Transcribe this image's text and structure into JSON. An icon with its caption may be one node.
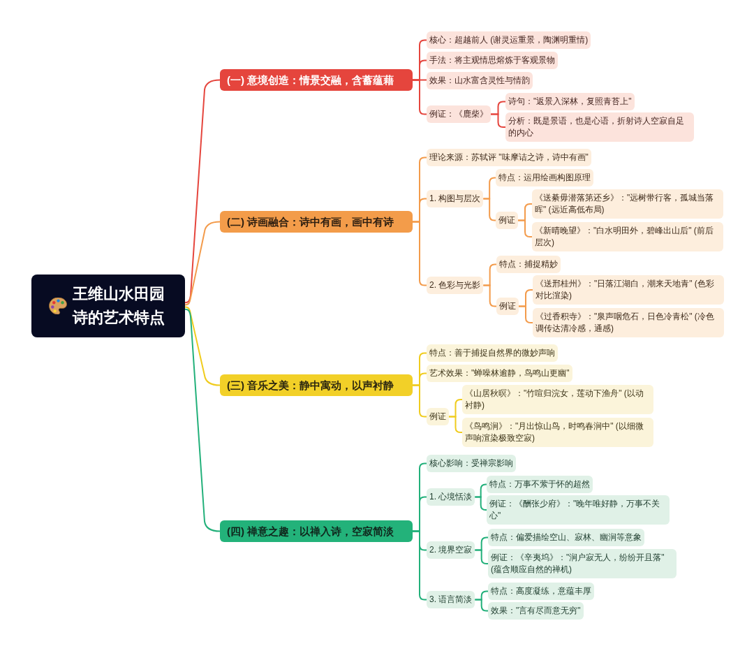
{
  "diagram": {
    "nodes": [
      {
        "text": [
          "王维山水田园诗的艺术特点"
        ]
      },
      {
        "text": [
          "(一) 意境创造：情景交融，含蓄蕴藉"
        ]
      },
      {
        "text": [
          "核心：超越前人 (谢灵运重景，陶渊明重情)"
        ]
      },
      {
        "text": [
          "手法：将主观情思熔炼于客观景物"
        ]
      },
      {
        "text": [
          "效果：山水富含灵性与情韵"
        ]
      },
      {
        "text": [
          "例证：《鹿柴》"
        ]
      },
      {
        "text": [
          "诗句：\"返景入深林，复照青苔上\""
        ]
      },
      {
        "text": [
          "分析：既是景语，也是心语，折射诗人空寂自足的内心"
        ]
      },
      {
        "text": [
          "(二) 诗画融合：诗中有画，画中有诗"
        ]
      },
      {
        "text": [
          "理论来源：苏轼评 \"味摩诘之诗，诗中有画\""
        ]
      },
      {
        "text": [
          "1. 构图与层次"
        ]
      },
      {
        "text": [
          "特点：运用绘画构图原理"
        ]
      },
      {
        "text": [
          "例证"
        ]
      },
      {
        "text": [
          "《送綦毋潜落第还乡》：\"远树带行客，孤城当落晖\" (远近高低布局)"
        ]
      },
      {
        "text": [
          "《新晴晚望》：\"白水明田外，碧峰出山后\" (前后层次)"
        ]
      },
      {
        "text": [
          "2. 色彩与光影"
        ]
      },
      {
        "text": [
          "特点：捕捉精妙"
        ]
      },
      {
        "text": [
          "例证"
        ]
      },
      {
        "text": [
          "《送邢桂州》：\"日落江湖白，潮来天地青\" (色彩对比渲染)"
        ]
      },
      {
        "text": [
          "《过香积寺》：\"泉声咽危石，日色冷青松\" (冷色调传达清冷感，通感)"
        ]
      },
      {
        "text": [
          "(三) 音乐之美：静中寓动，以声衬静"
        ]
      },
      {
        "text": [
          "特点：善于捕捉自然界的微妙声响"
        ]
      },
      {
        "text": [
          "艺术效果：\"蝉噪林逾静，鸟鸣山更幽\""
        ]
      },
      {
        "text": [
          "例证"
        ]
      },
      {
        "text": [
          "《山居秋暝》：\"竹喧归浣女，莲动下渔舟\" (以动衬静)"
        ]
      },
      {
        "text": [
          "《鸟鸣涧》：\"月出惊山鸟，时鸣春涧中\" (以细微声响渲染极致空寂)"
        ]
      },
      {
        "text": [
          "(四) 禅意之趣：以禅入诗，空寂简淡"
        ]
      },
      {
        "text": [
          "核心影响：受禅宗影响"
        ]
      },
      {
        "text": [
          "1. 心境恬淡"
        ]
      },
      {
        "text": [
          "特点：万事不萦于怀的超然"
        ]
      },
      {
        "text": [
          "例证：《酬张少府》：\"晚年唯好静，万事不关心\""
        ]
      },
      {
        "text": [
          "2. 境界空寂"
        ]
      },
      {
        "text": [
          "特点：偏爱描绘空山、寂林、幽涧等意象"
        ]
      },
      {
        "text": [
          "例证：《辛夷坞》：\"涧户寂无人，纷纷开且落\" (蕴含顺应自然的禅机)"
        ]
      },
      {
        "text": [
          "3. 语言简淡"
        ]
      },
      {
        "text": [
          "特点：高度凝练，意蕴丰厚"
        ]
      },
      {
        "text": [
          "效果：\"言有尽而意无穷\""
        ]
      }
    ],
    "edges": [
      {
        "from": 0,
        "to": 1,
        "arrow": "none",
        "color": "#e5453d"
      },
      {
        "from": 1,
        "to": 2,
        "arrow": "none",
        "color": "#e5453d"
      },
      {
        "from": 1,
        "to": 3,
        "arrow": "none",
        "color": "#e5453d"
      },
      {
        "from": 1,
        "to": 4,
        "arrow": "none",
        "color": "#e5453d"
      },
      {
        "from": 1,
        "to": 5,
        "arrow": "none",
        "color": "#e5453d"
      },
      {
        "from": 5,
        "to": 6,
        "arrow": "none",
        "color": "#e5453d"
      },
      {
        "from": 5,
        "to": 7,
        "arrow": "none",
        "color": "#e5453d"
      },
      {
        "from": 0,
        "to": 8,
        "arrow": "none"
      },
      {
        "from": 8,
        "to": 9,
        "arrow": "none"
      },
      {
        "from": 8,
        "to": 10,
        "arrow": "none"
      },
      {
        "from": 8,
        "to": 15,
        "arrow": "none"
      },
      {
        "from": 10,
        "to": 11,
        "arrow": "none"
      },
      {
        "from": 10,
        "to": 12,
        "arrow": "none"
      },
      {
        "from": 12,
        "to": 13,
        "arrow": "none"
      },
      {
        "from": 12,
        "to": 14,
        "arrow": "none"
      },
      {
        "from": 15,
        "to": 16,
        "arrow": "none"
      },
      {
        "from": 15,
        "to": 17,
        "arrow": "none"
      },
      {
        "from": 17,
        "to": 18,
        "arrow": "none"
      },
      {
        "from": 17,
        "to": 19,
        "arrow": "none"
      },
      {
        "from": 0,
        "to": 20,
        "arrow": "none",
        "color": "#f0cc1e"
      },
      {
        "from": 20,
        "to": 21,
        "arrow": "none",
        "color": "#f0cc1e"
      },
      {
        "from": 20,
        "to": 22,
        "arrow": "none",
        "color": "#f0cc1e"
      },
      {
        "from": 20,
        "to": 23,
        "arrow": "none",
        "color": "#f0cc1e"
      },
      {
        "from": 23,
        "to": 24,
        "arrow": "none",
        "color": "#f0cc1e"
      },
      {
        "from": 23,
        "to": 25,
        "arrow": "none",
        "color": "#f0cc1e"
      },
      {
        "from": 0,
        "to": 26,
        "arrow": "none",
        "color": "#22b07a"
      },
      {
        "from": 26,
        "to": 27,
        "arrow": "none",
        "color": "#22b07a"
      },
      {
        "from": 26,
        "to": 28,
        "arrow": "none",
        "color": "#22b07a"
      },
      {
        "from": 26,
        "to": 31,
        "arrow": "none",
        "color": "#22b07a"
      },
      {
        "from": 26,
        "to": 34,
        "arrow": "none",
        "color": "#22b07a"
      },
      {
        "from": 28,
        "to": 29,
        "arrow": "none",
        "color": "#22b07a"
      },
      {
        "from": 28,
        "to": 30,
        "arrow": "none",
        "color": "#22b07a"
      },
      {
        "from": 31,
        "to": 32,
        "arrow": "none",
        "color": "#22b07a"
      },
      {
        "from": 31,
        "to": 33,
        "arrow": "none",
        "color": "#22b07a"
      },
      {
        "from": 34,
        "to": 35,
        "arrow": "none",
        "color": "#22b07a"
      },
      {
        "from": 34,
        "to": 36,
        "arrow": "none",
        "color": "#22b07a"
      }
    ]
  }
}
